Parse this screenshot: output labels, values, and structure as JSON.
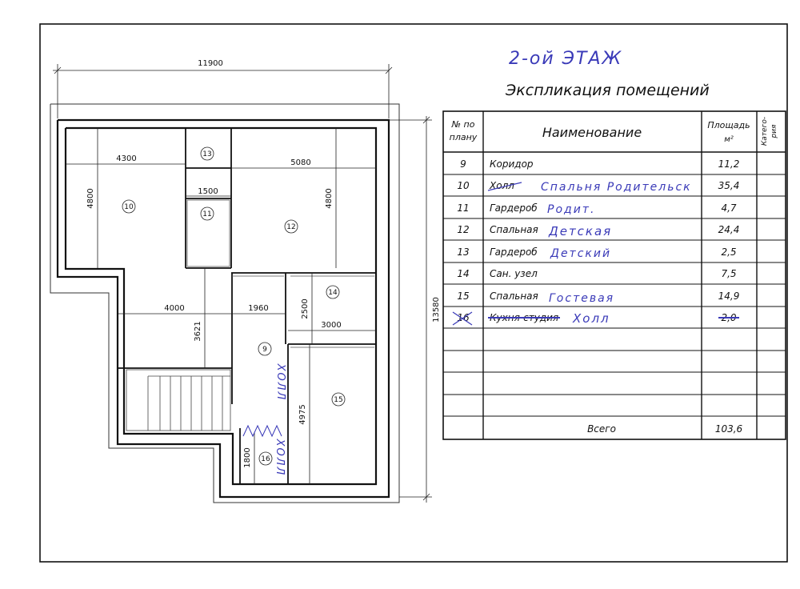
{
  "header": {
    "handwritten_floor": "2-ой ЭТАЖ",
    "explication_title": "Экспликация помещений"
  },
  "table": {
    "headers": {
      "num": [
        "№ по",
        "плану"
      ],
      "name": "Наименование",
      "area": [
        "Площадь",
        "м²"
      ],
      "category": [
        "Катего-",
        "рия"
      ]
    },
    "rows": [
      {
        "num": "9",
        "name": "Коридор",
        "handwritten": "",
        "area": "11,2",
        "struck": false
      },
      {
        "num": "10",
        "name": "Холл",
        "handwritten": "Спальня Родительск",
        "area": "35,4",
        "struck": true
      },
      {
        "num": "11",
        "name": "Гардероб",
        "handwritten": "Родит.",
        "area": "4,7",
        "struck": false
      },
      {
        "num": "12",
        "name": "Спальная",
        "handwritten": "Детская",
        "area": "24,4",
        "struck": false
      },
      {
        "num": "13",
        "name": "Гардероб",
        "handwritten": "Детский",
        "area": "2,5",
        "struck": false
      },
      {
        "num": "14",
        "name": "Сан. узел",
        "handwritten": "",
        "area": "7,5",
        "struck": false
      },
      {
        "num": "15",
        "name": "Спальная",
        "handwritten": "Гостевая",
        "area": "14,9",
        "struck": false
      },
      {
        "num": "16",
        "name": "Кухня-студия",
        "handwritten": "Холл",
        "area": "2,0",
        "struck": true
      }
    ],
    "total_label": "Всего",
    "total_value": "103,6"
  },
  "plan": {
    "dimensions": {
      "overall_width": "11900",
      "overall_height": "13580",
      "d_4300": "4300",
      "d_4800_left": "4800",
      "d_1500": "1500",
      "d_5080": "5080",
      "d_4800_right": "4800",
      "d_4000": "4000",
      "d_3621": "3621",
      "d_1960": "1960",
      "d_2500": "2500",
      "d_3000": "3000",
      "d_4975": "4975",
      "d_1800": "1800"
    },
    "room_labels": [
      "9",
      "10",
      "11",
      "12",
      "13",
      "14",
      "15",
      "16"
    ],
    "handwritten_holl": "ХОЛЛ"
  }
}
